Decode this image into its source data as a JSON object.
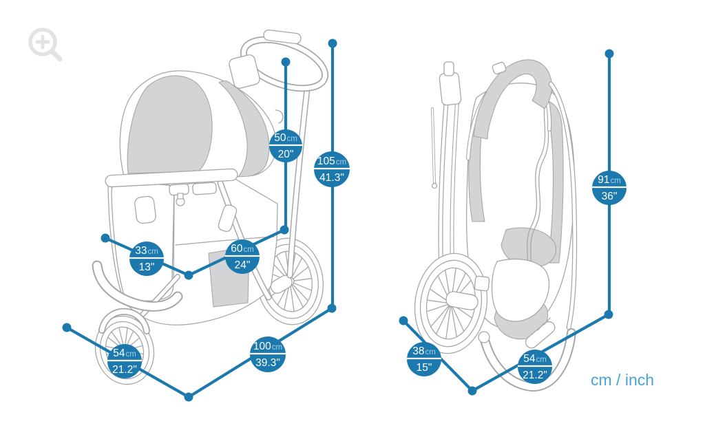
{
  "legend": {
    "units": "cm / inch"
  },
  "colors": {
    "dimension_blue": "#1b79ae",
    "badge_fill": "#1b79ae",
    "badge_unit_tint": "#a9cfe5",
    "legend_blue": "#4aa3d8",
    "art_line_gray": "#a4a7a9",
    "art_fill_gray": "#d2d4d5",
    "magnifier_gray": "#e3e3e3"
  },
  "measurements": {
    "open": {
      "inner_height": {
        "cm": "50",
        "unit": "cm",
        "inch": "20\""
      },
      "total_height": {
        "cm": "105",
        "unit": "cm",
        "inch": "41.3\""
      },
      "inner_width": {
        "cm": "33",
        "unit": "cm",
        "inch": "13\""
      },
      "inner_length": {
        "cm": "60",
        "unit": "cm",
        "inch": "24\""
      },
      "total_width": {
        "cm": "54",
        "unit": "cm",
        "inch": "21.2\""
      },
      "total_length": {
        "cm": "100",
        "unit": "cm",
        "inch": "39.3\""
      }
    },
    "folded": {
      "height": {
        "cm": "91",
        "unit": "cm",
        "inch": "36\""
      },
      "depth": {
        "cm": "38",
        "unit": "cm",
        "inch": "15\""
      },
      "width": {
        "cm": "54",
        "unit": "cm",
        "inch": "21.2\""
      }
    }
  }
}
